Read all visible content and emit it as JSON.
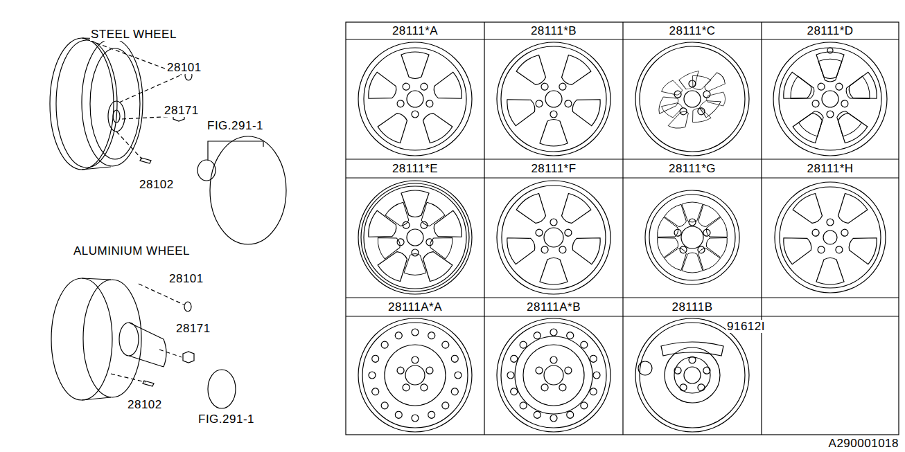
{
  "diagram": {
    "labels": [
      "STEEL WHEEL",
      "28101",
      "28171",
      "FIG.291-1",
      "28102",
      "ALUMINIUM WHEEL",
      "28101",
      "28171",
      "28102",
      "FIG.291-1",
      "28111*A",
      "28111*B",
      "28111*C",
      "28111*D",
      "28111*E",
      "28111*F",
      "28111*G",
      "28111*H",
      "28111A*A",
      "28111A*B",
      "28111B",
      "91612I",
      "A290001018"
    ]
  }
}
